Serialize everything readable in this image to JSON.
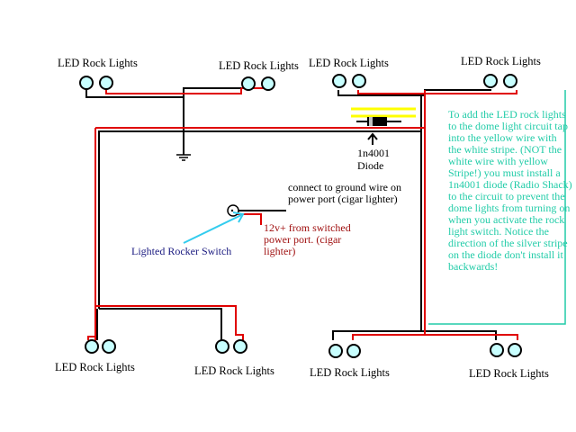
{
  "labels": {
    "led_top_1": "LED Rock Lights",
    "led_top_2": "LED Rock Lights",
    "led_top_3": "LED Rock Lights",
    "led_top_4": "LED Rock Lights",
    "led_bottom_1": "LED Rock Lights",
    "led_bottom_2": "LED Rock Lights",
    "led_bottom_3": "LED Rock Lights",
    "led_bottom_4": "LED Rock Lights",
    "diode_part": "1n4001",
    "diode_word": "Diode",
    "ground_note": "connect to ground wire on power port (cigar lighter)",
    "power_note": "12v+ from switched power port. (cigar lighter)",
    "switch_label": "Lighted Rocker Switch",
    "instructions": "To add the LED rock lights to the dome light circuit tap into the yellow wire with the white stripe. (NOT the white wire with yellow Stripe!) you must install a 1n4001 diode (Radio Shack) to the circuit to prevent the dome lights from turning on when you activate the rock light switch. Notice the direction of the silver stripe on the diode don't install it backwards!"
  },
  "colors": {
    "ground_wire": "#000000",
    "power_wire": "#e00000",
    "dome_wire": "#ffff00",
    "dome_stripe": "#ffffff",
    "led_fill": "#c8ffff",
    "led_outline": "#000000",
    "switch_arrow": "#33ccee",
    "switch_label": "#1a1a80",
    "power_note": "#a01010",
    "instructions": "#22cca8",
    "diode_body": "#000000",
    "diode_band": "#c0c0c0"
  }
}
